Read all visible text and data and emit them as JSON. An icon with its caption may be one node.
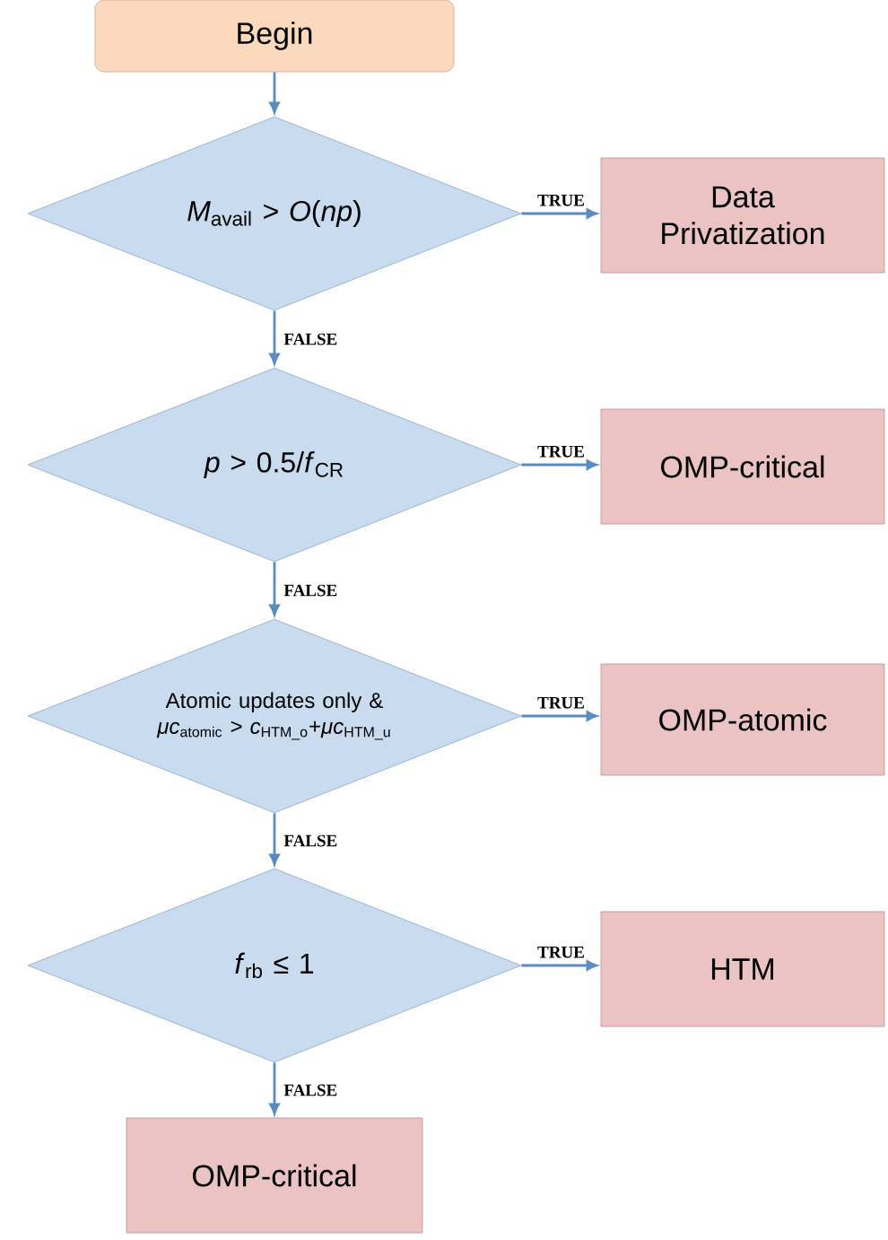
{
  "diagram": {
    "nodes": [
      {
        "text": [
          "Begin"
        ]
      },
      {
        "text": [
          "*M*$_{avail}$ > *O*(*np*)"
        ]
      },
      {
        "text": [
          "Data Privatization"
        ]
      },
      {
        "text": [
          "*p* > 0.5/*f*$_{CR}$"
        ]
      },
      {
        "text": [
          "OMP-critical"
        ]
      },
      {
        "text": [
          "Atomic updates only & *μc*$_{atomic}$ > *c*$_{HTM_o}$+*μc*$_{HTM_u}$"
        ]
      },
      {
        "text": [
          "OMP-atomic"
        ]
      },
      {
        "text": [
          "*f*$_{rb}$ ≤ 1"
        ]
      },
      {
        "text": [
          "HTM"
        ]
      },
      {
        "text": [
          "OMP-critical"
        ]
      }
    ],
    "edges": [
      {
        "from": 0,
        "to": 1,
        "arrow": "to"
      },
      {
        "from": 1,
        "to": 2,
        "arrow": "to",
        "label": "TRUE"
      },
      {
        "from": 1,
        "to": 3,
        "arrow": "to",
        "label": "FALSE"
      },
      {
        "from": 3,
        "to": 4,
        "arrow": "to",
        "label": "TRUE"
      },
      {
        "from": 3,
        "to": 5,
        "arrow": "to",
        "label": "FALSE"
      },
      {
        "from": 5,
        "to": 6,
        "arrow": "to",
        "label": "TRUE"
      },
      {
        "from": 5,
        "to": 7,
        "arrow": "to",
        "label": "FALSE"
      },
      {
        "from": 7,
        "to": 8,
        "arrow": "to",
        "label": "TRUE"
      },
      {
        "from": 7,
        "to": 9,
        "arrow": "to",
        "label": "FALSE"
      }
    ]
  }
}
